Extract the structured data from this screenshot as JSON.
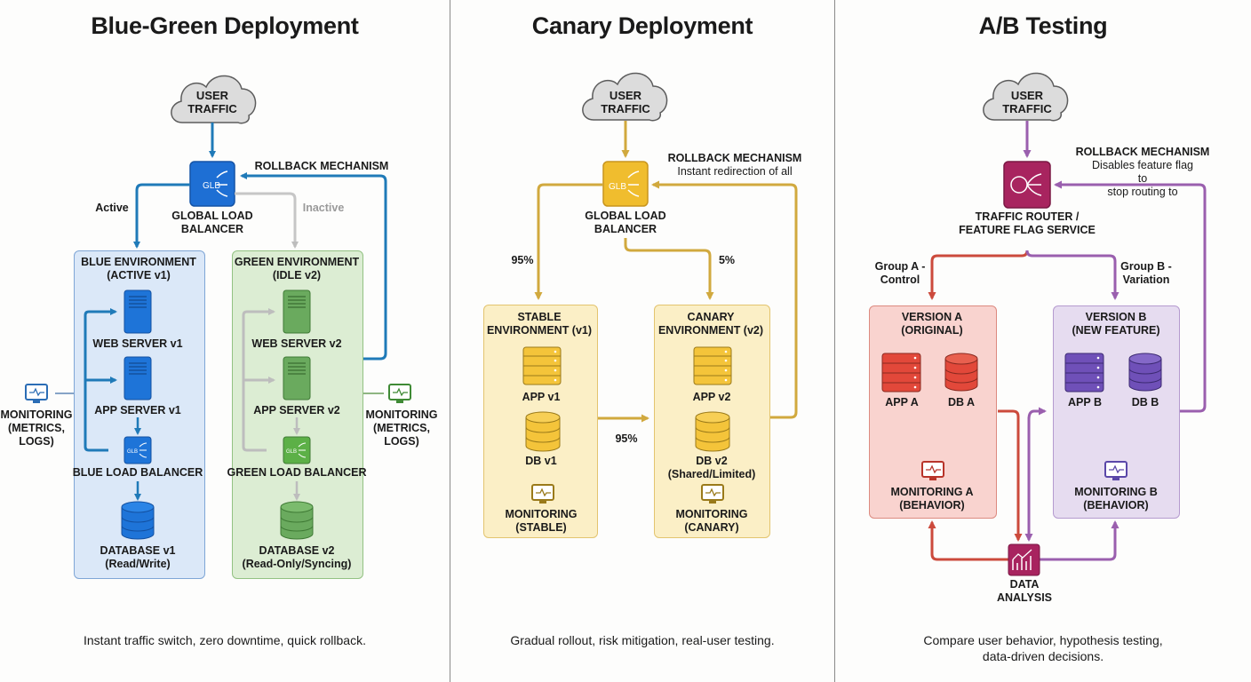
{
  "panels": [
    {
      "title": "Blue-Green Deployment",
      "caption": "Instant traffic switch, zero downtime, quick rollback.",
      "accent": "#1f7ad6",
      "user_traffic": "USER\nTRAFFIC",
      "glb_icon_text": "GLB",
      "glb_label": "GLOBAL LOAD\nBALANCER",
      "rollback_label": "ROLLBACK MECHANISM",
      "active_label": "Active",
      "inactive_label": "Inactive",
      "blue_env": {
        "title": "BLUE ENVIRONMENT\n(ACTIVE v1)",
        "web": "WEB SERVER v1",
        "app": "APP SERVER v1",
        "lb": "BLUE LOAD BALANCER",
        "db": "DATABASE v1\n(Read/Write)",
        "color": "#dbe8f8"
      },
      "green_env": {
        "title": "GREEN ENVIRONMENT\n(IDLE v2)",
        "web": "WEB SERVER v2",
        "app": "APP SERVER v2",
        "lb": "GREEN LOAD BALANCER",
        "db": "DATABASE v2\n(Read-Only/Syncing)",
        "color": "#dcedd3"
      },
      "monitoring_left": "MONITORING\n(METRICS,\nLOGS)",
      "monitoring_right": "MONITORING\n(METRICS,\nLOGS)"
    },
    {
      "title": "Canary Deployment",
      "caption": "Gradual rollout, risk mitigation, real-user testing.",
      "accent": "#d9ad3a",
      "user_traffic": "USER\nTRAFFIC",
      "glb_icon_text": "GLB",
      "glb_label": "GLOBAL LOAD\nBALANCER",
      "rollback_label": "ROLLBACK MECHANISM",
      "rollback_sub": "Instant redirection of all",
      "split_stable": "95%",
      "split_canary": "5%",
      "between_label": "95%",
      "stable_env": {
        "title": "STABLE\nENVIRONMENT (v1)",
        "app": "APP v1",
        "db": "DB v1",
        "monitoring": "MONITORING\n(STABLE)"
      },
      "canary_env": {
        "title": "CANARY\nENVIRONMENT (v2)",
        "app": "APP v2",
        "db": "DB v2\n(Shared/Limited)",
        "monitoring": "MONITORING\n(CANARY)"
      }
    },
    {
      "title": "A/B Testing",
      "caption": "Compare user behavior, hypothesis testing,\ndata-driven decisions.",
      "accent_a": "#d9473a",
      "accent_b": "#8a5bb5",
      "router_color": "#a8245f",
      "user_traffic": "USER\nTRAFFIC",
      "router_label": "TRAFFIC ROUTER /\nFEATURE FLAG SERVICE",
      "rollback_label": "ROLLBACK MECHANISM",
      "rollback_sub": "Disables feature flag to\nstop routing to",
      "group_a": "Group A -\nControl",
      "group_b": "Group B -\nVariation",
      "version_a": {
        "title": "VERSION A\n(ORIGINAL)",
        "app": "APP A",
        "db": "DB A",
        "monitoring": "MONITORING A\n(BEHAVIOR)"
      },
      "version_b": {
        "title": "VERSION B\n(NEW FEATURE)",
        "app": "APP B",
        "db": "DB B",
        "monitoring": "MONITORING B\n(BEHAVIOR)"
      },
      "data_analysis": "DATA\nANALYSIS"
    }
  ]
}
